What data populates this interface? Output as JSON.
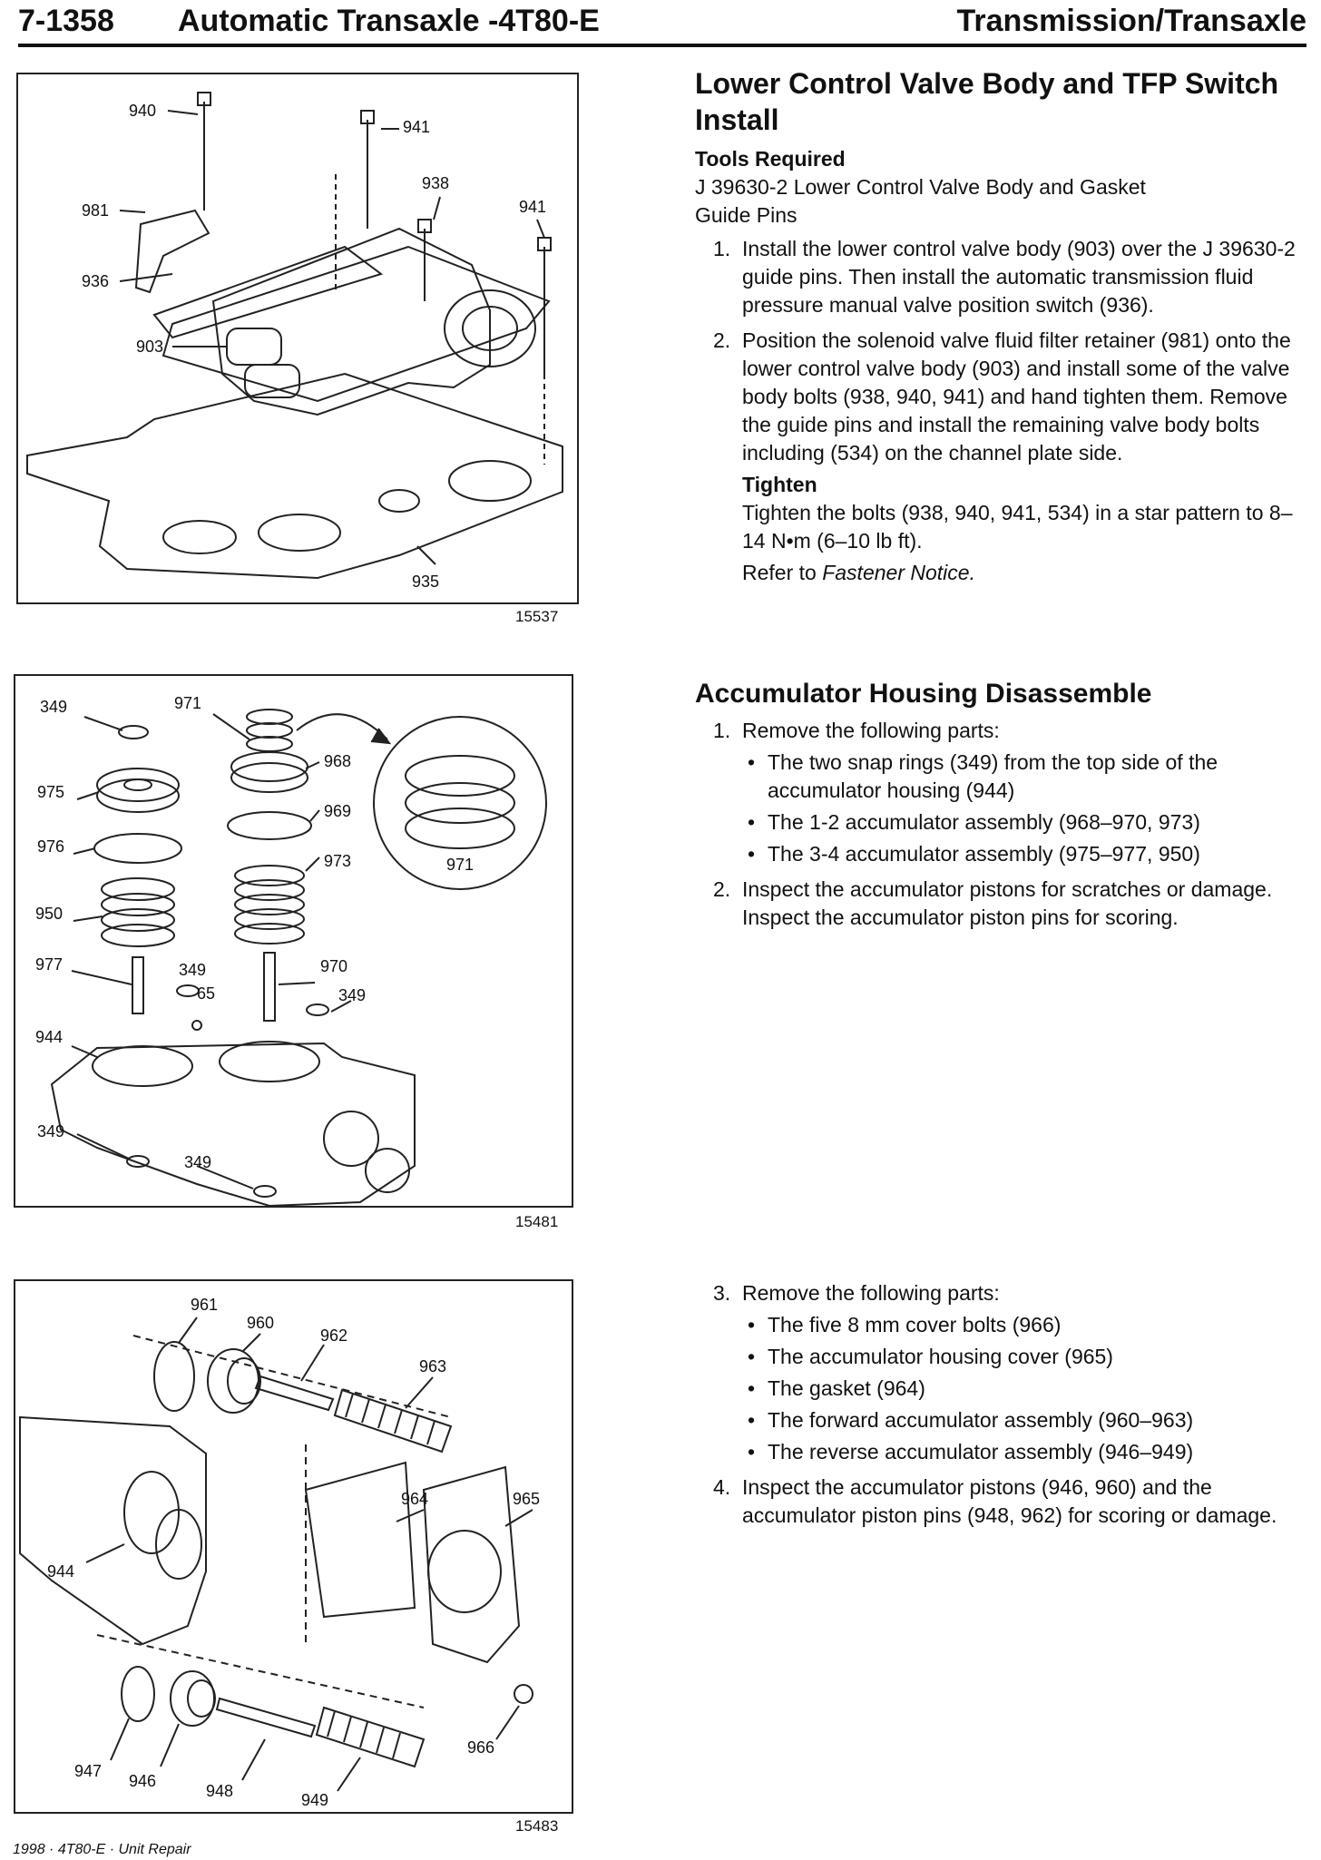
{
  "header": {
    "page_number": "7-1358",
    "section": "Automatic Transaxle -4T80-E",
    "category": "Transmission/Transaxle"
  },
  "figures": [
    {
      "id": "15537",
      "callouts": [
        "940",
        "941",
        "981",
        "938",
        "941",
        "936",
        "903",
        "935"
      ]
    },
    {
      "id": "15481",
      "callouts": [
        "349",
        "971",
        "975",
        "968",
        "969",
        "976",
        "973",
        "950",
        "971",
        "977",
        "349",
        "65",
        "970",
        "349",
        "944",
        "349",
        "349"
      ]
    },
    {
      "id": "15483",
      "callouts": [
        "961",
        "960",
        "962",
        "963",
        "964",
        "965",
        "944",
        "947",
        "946",
        "948",
        "949",
        "966"
      ]
    }
  ],
  "section1": {
    "title_line1": "Lower Control Valve Body and TFP Switch",
    "title_line2": "Install",
    "tools_heading": "Tools Required",
    "tools_line1": "J 39630-2 Lower Control Valve Body and Gasket",
    "tools_line2": "Guide Pins",
    "steps": [
      {
        "num": "1.",
        "text": "Install the lower control valve body (903) over the J 39630-2 guide pins. Then install the automatic transmission fluid pressure manual valve position switch (936)."
      },
      {
        "num": "2.",
        "text": "Position the solenoid valve fluid filter retainer (981) onto the lower control valve body (903) and install some of the valve body bolts (938, 940, 941) and hand tighten them. Remove the guide pins and install the remaining valve body bolts including (534) on the channel plate side."
      }
    ],
    "tighten_heading": "Tighten",
    "tighten_text": "Tighten the bolts (938, 940, 941, 534) in a star pattern to 8–14 N•m (6–10 lb ft).",
    "refer_prefix": "Refer to ",
    "refer_link": "Fastener Notice."
  },
  "section2": {
    "title": "Accumulator Housing Disassemble",
    "step1_num": "1.",
    "step1_text": "Remove the following parts:",
    "step1_bullets": [
      "The two snap rings (349) from the top side of the accumulator housing (944)",
      "The 1-2 accumulator assembly (968–970, 973)",
      "The 3-4 accumulator assembly (975–977, 950)"
    ],
    "step2_num": "2.",
    "step2_text": "Inspect the accumulator pistons for scratches or damage. Inspect the accumulator piston pins for scoring.",
    "step3_num": "3.",
    "step3_text": "Remove the following parts:",
    "step3_bullets": [
      "The five 8 mm cover bolts (966)",
      "The accumulator housing cover (965)",
      "The gasket (964)",
      "The forward accumulator assembly (960–963)",
      "The reverse accumulator assembly (946–949)"
    ],
    "step4_num": "4.",
    "step4_text": "Inspect the accumulator pistons (946, 960) and the accumulator piston pins (948, 962) for scoring or damage."
  },
  "footer": {
    "text": "1998 · 4T80-E · Unit Repair"
  }
}
